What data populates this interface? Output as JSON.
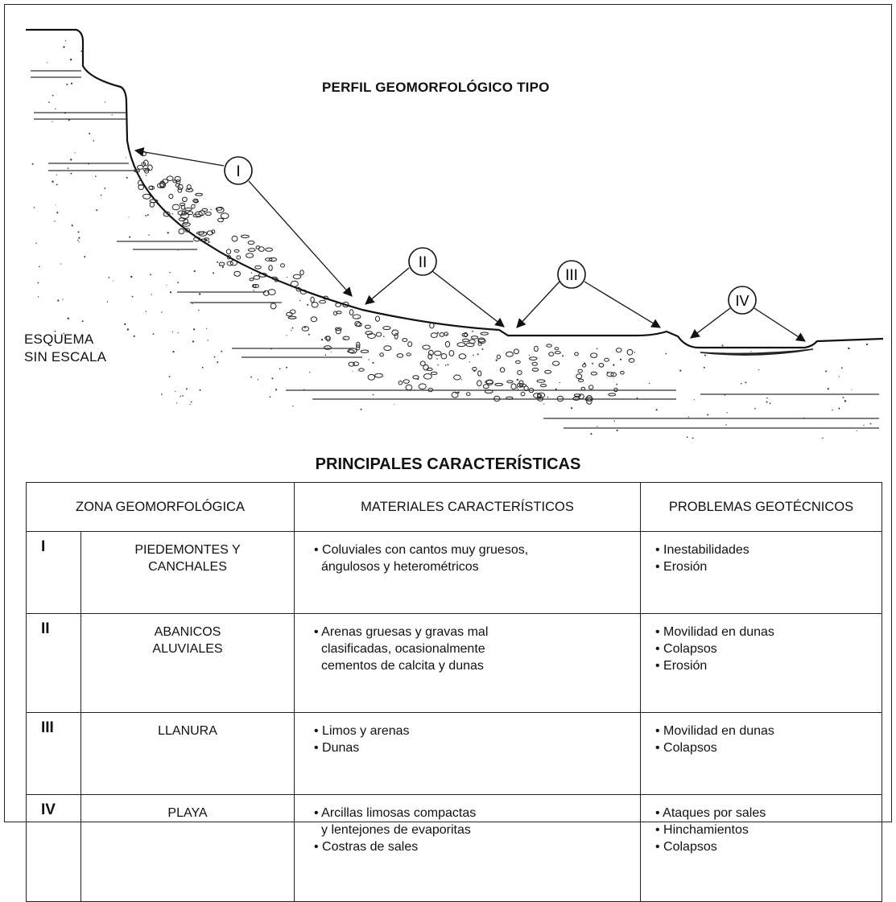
{
  "profile": {
    "title": "PERFIL GEOMORFOLÓGICO TIPO",
    "scale_note_line1": "ESQUEMA",
    "scale_note_line2": "SIN ESCALA",
    "markers": [
      "I",
      "II",
      "III",
      "IV"
    ]
  },
  "table": {
    "title": "PRINCIPALES CARACTERÍSTICAS",
    "headers": [
      "ZONA GEOMORFOLÓGICA",
      "MATERIALES CARACTERÍSTICOS",
      "PROBLEMAS GEOTÉCNICOS"
    ],
    "rows": [
      {
        "roman": "I",
        "zone": [
          "PIEDEMONTES Y",
          "CANCHALES"
        ],
        "materials": [
          "Coluviales con cantos muy gruesos,",
          "ángulosos y heterométricos"
        ],
        "problems": [
          "Inestabilidades",
          "Erosión"
        ]
      },
      {
        "roman": "II",
        "zone": [
          "ABANICOS",
          "ALUVIALES"
        ],
        "materials": [
          "Arenas gruesas y gravas mal",
          "clasificadas, ocasionalmente",
          "cementos de calcita y dunas"
        ],
        "problems": [
          "Movilidad en dunas",
          "Colapsos",
          "Erosión"
        ]
      },
      {
        "roman": "III",
        "zone": [
          "LLANURA"
        ],
        "materials": [
          "Limos y arenas",
          "Dunas"
        ],
        "problems": [
          "Movilidad en dunas",
          "Colapsos"
        ]
      },
      {
        "roman": "IV",
        "zone": [
          "PLAYA"
        ],
        "materials": [
          "Arcillas limosas compactas",
          "y lentejones de evaporitas",
          "Costras de sales"
        ],
        "problems": [
          "Ataques por sales",
          "Hinchamientos",
          "Colapsos"
        ]
      }
    ]
  }
}
